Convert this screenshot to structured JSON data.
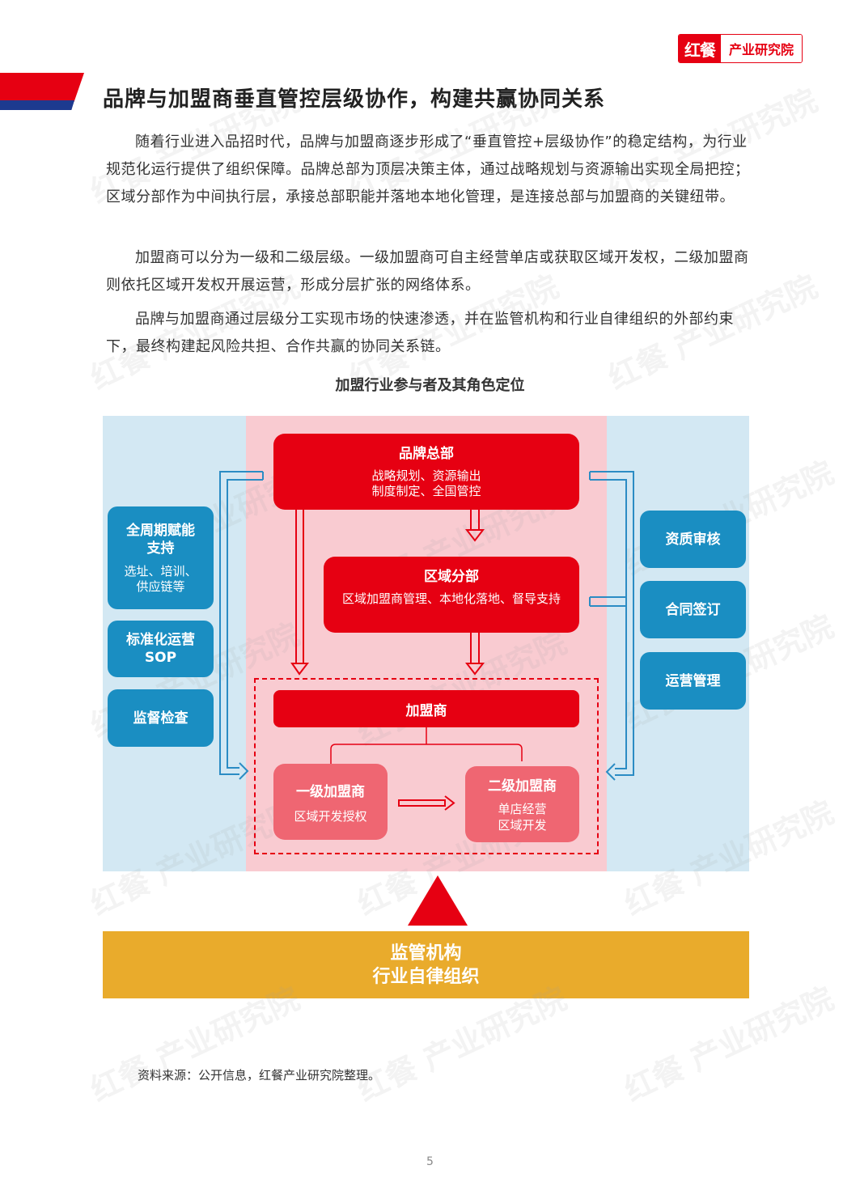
{
  "header": {
    "logo_mark": "红餐",
    "logo_text": "产业研究院"
  },
  "section": {
    "title": "品牌与加盟商垂直管控层级协作，构建共赢协同关系"
  },
  "paragraphs": [
    "随着行业进入品招时代，品牌与加盟商逐步形成了“垂直管控+层级协作”的稳定结构，为行业规范化运行提供了组织保障。品牌总部为顶层决策主体，通过战略规划与资源输出实现全局把控；区域分部作为中间执行层，承接总部职能并落地本地化管理，是连接总部与加盟商的关键纽带。",
    "加盟商可以分为一级和二级层级。一级加盟商可自主经营单店或获取区域开发权，二级加盟商则依托区域开发权开展运营，形成分层扩张的网络体系。",
    "品牌与加盟商通过层级分工实现市场的快速渗透，并在监管机构和行业自律组织的外部约束下，最终构建起风险共担、合作共赢的协同关系链。"
  ],
  "diagram": {
    "title": "加盟行业参与者及其角色定位",
    "colors": {
      "red": "#e60012",
      "pink_panel": "#f9cbd1",
      "light_blue_panel": "#d3e8f3",
      "blue_box": "#1a8ec2",
      "tier_box": "#ef6672",
      "regulator": "#e9ab2c"
    },
    "headquarters": {
      "title": "品牌总部",
      "line1": "战略规划、资源输出",
      "line2": "制度制定、全国管控"
    },
    "regional": {
      "title": "区域分部",
      "desc": "区域加盟商管理、本地化落地、督导支持"
    },
    "franchisee": {
      "title": "加盟商"
    },
    "tier1": {
      "title": "一级加盟商",
      "desc": "区域开发授权"
    },
    "tier2": {
      "title": "二级加盟商",
      "line1": "单店经营",
      "line2": "区域开发"
    },
    "left_boxes": [
      {
        "title": "全周期赋能支持",
        "desc": "选址、培训、供应链等"
      },
      {
        "title": "标准化运营SOP"
      },
      {
        "title": "监督检查"
      }
    ],
    "right_boxes": [
      {
        "title": "资质审核"
      },
      {
        "title": "合同签订"
      },
      {
        "title": "运营管理"
      }
    ],
    "regulator": {
      "line1": "监管机构",
      "line2": "行业自律组织"
    }
  },
  "footer": {
    "source": "资料来源：公开信息，红餐产业研究院整理。",
    "page_number": "5"
  },
  "watermark": "红餐 产业研究院"
}
